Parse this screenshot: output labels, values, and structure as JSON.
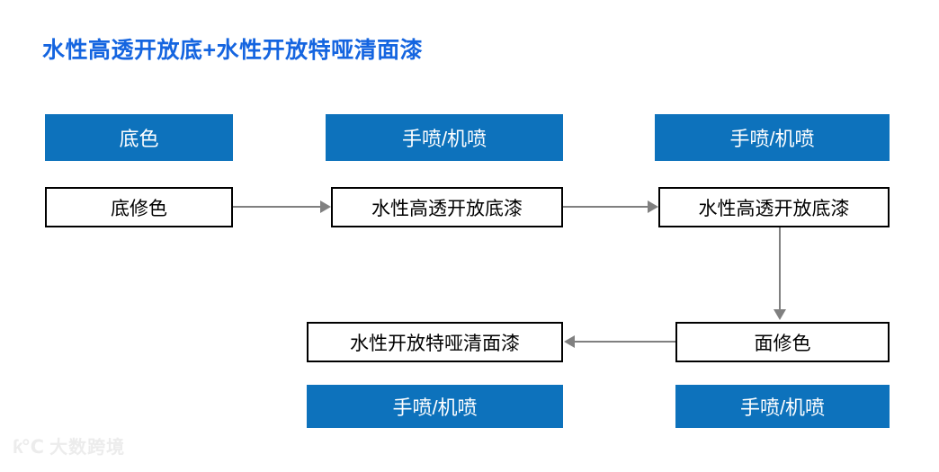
{
  "title": "水性高透开放底+水性开放特哑清面漆",
  "colors": {
    "title_blue": "#1565E0",
    "box_blue": "#0D72BC",
    "box_border": "#000000",
    "connector_gray": "#808080",
    "background": "#FFFFFF",
    "watermark": "#ECECEC"
  },
  "flow": {
    "row1_labels": [
      {
        "label": "底色"
      },
      {
        "label": "手喷/机喷"
      },
      {
        "label": "手喷/机喷"
      }
    ],
    "row1_steps": [
      {
        "label": "底修色"
      },
      {
        "label": "水性高透开放底漆"
      },
      {
        "label": "水性高透开放底漆"
      }
    ],
    "row2_steps": [
      {
        "label": "水性开放特哑清面漆"
      },
      {
        "label": "面修色"
      }
    ],
    "row2_labels": [
      {
        "label": "手喷/机喷"
      },
      {
        "label": "手喷/机喷"
      }
    ],
    "connectors": [
      {
        "name": "arrow-step1-to-step2",
        "direction": "right"
      },
      {
        "name": "arrow-step2-to-step3",
        "direction": "right"
      },
      {
        "name": "arrow-step3-to-step4",
        "direction": "down"
      },
      {
        "name": "arrow-step4-to-step5",
        "direction": "left"
      }
    ]
  },
  "watermark": {
    "logo": "ƙ℃",
    "text": "大数跨境"
  }
}
